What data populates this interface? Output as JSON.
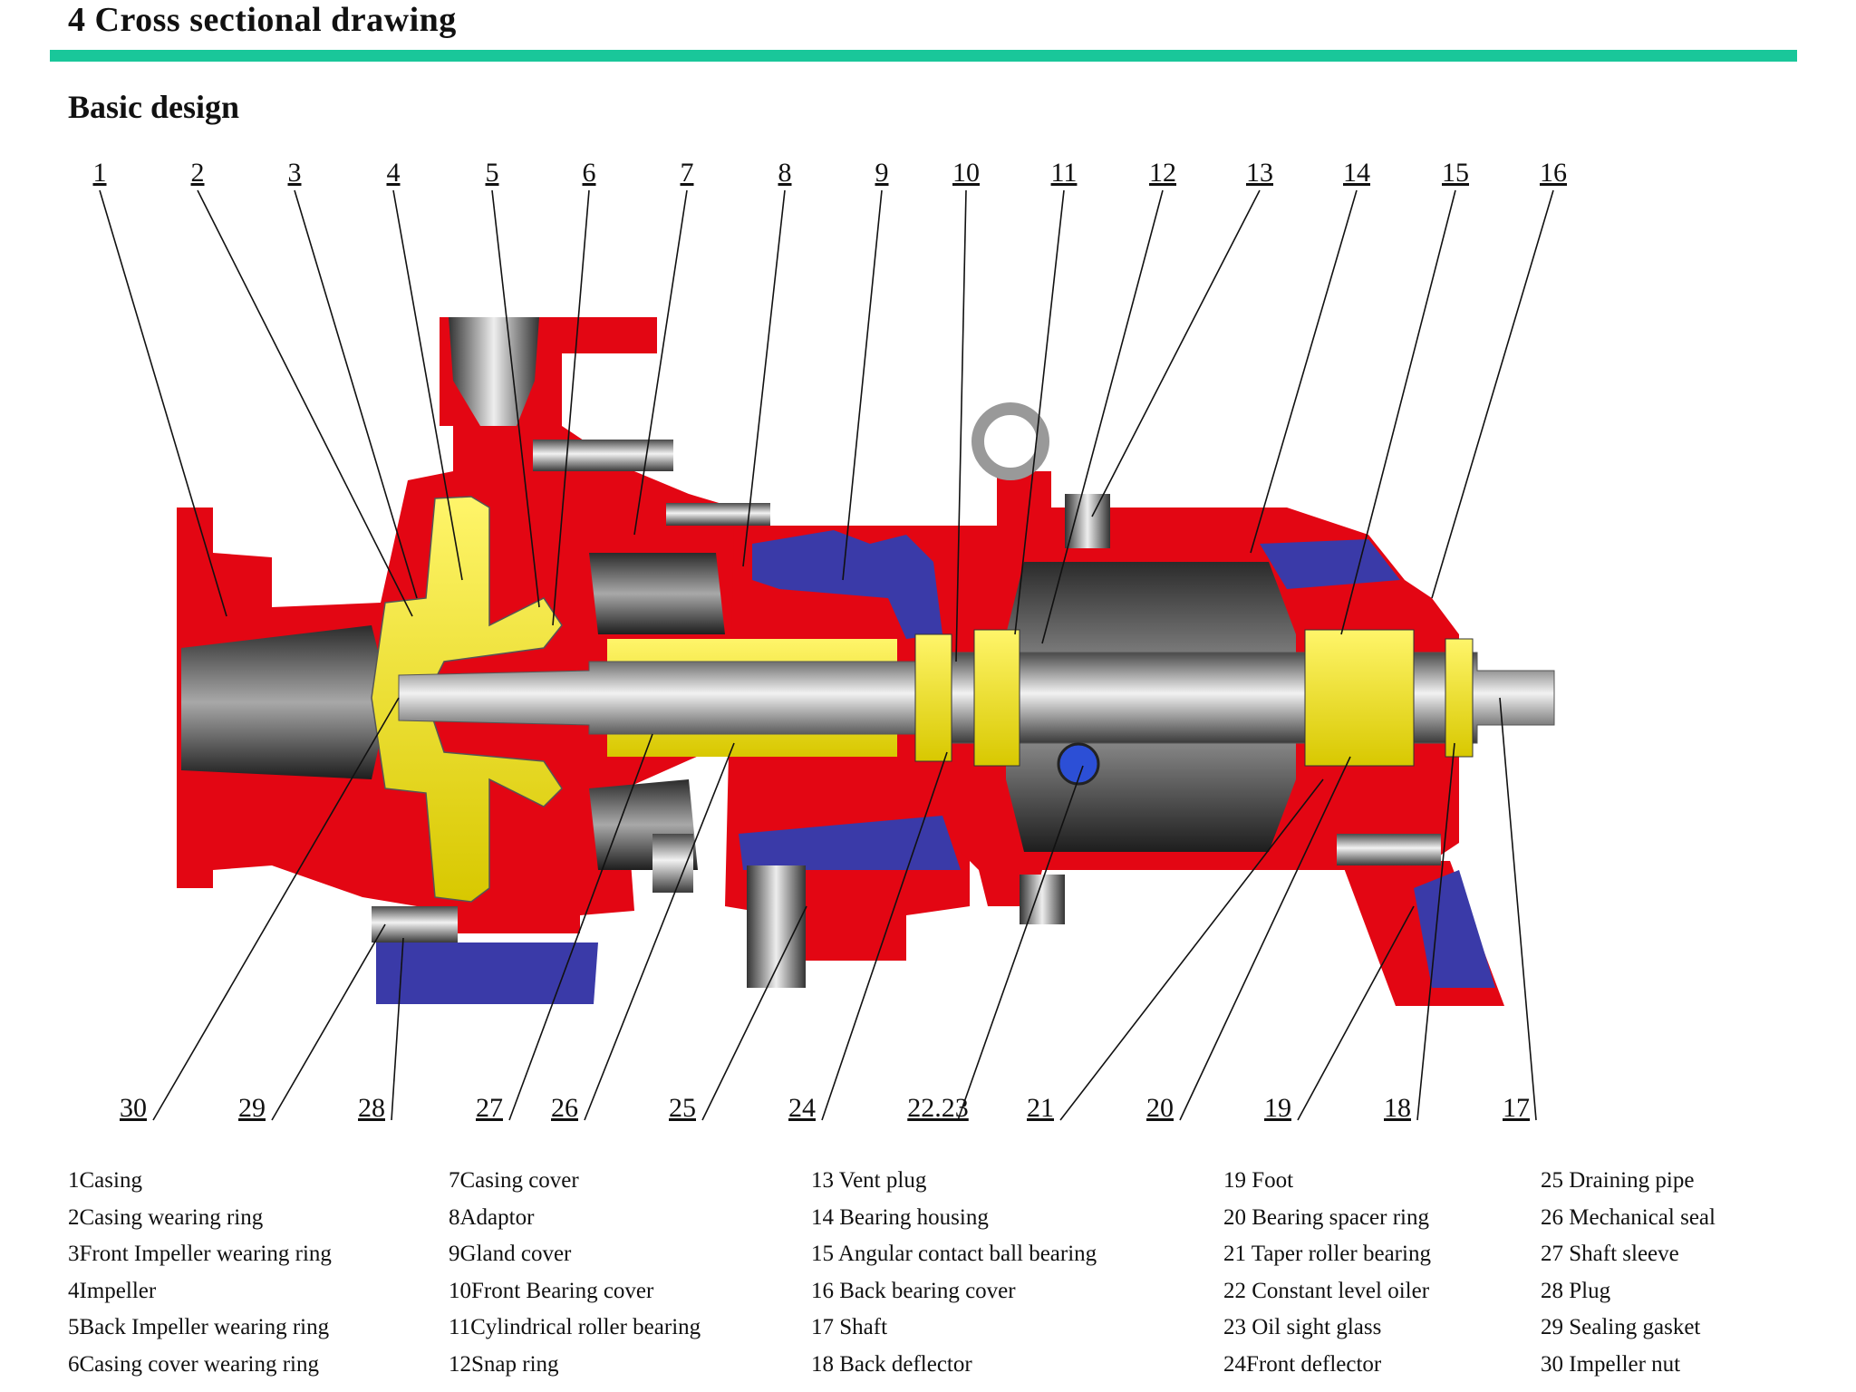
{
  "header": {
    "section_title": "4 Cross sectional drawing",
    "subtitle": "Basic design"
  },
  "colors": {
    "rule": "#19c79a",
    "casing_red": "#e30613",
    "impeller_yellow": "#f2e600",
    "shaft_grey": "#bdbdbd",
    "blue_parts": "#3a3aa8"
  },
  "top_labels": [
    "1",
    "2",
    "3",
    "4",
    "5",
    "6",
    "7",
    "8",
    "9",
    "10",
    "11",
    "12",
    "13",
    "14",
    "15",
    "16"
  ],
  "bottom_labels": [
    "30",
    "29",
    "28",
    "27",
    "26",
    "25",
    "24",
    "22.23",
    "21",
    "20",
    "19",
    "18",
    "17"
  ],
  "legend": [
    [
      "1Casing",
      "2Casing wearing ring",
      "3Front Impeller wearing ring",
      "4Impeller",
      "5Back Impeller wearing ring",
      "6Casing cover wearing ring"
    ],
    [
      "7Casing cover",
      "8Adaptor",
      "9Gland cover",
      "10Front Bearing cover",
      "11Cylindrical roller bearing",
      "12Snap ring"
    ],
    [
      "13 Vent plug",
      "14 Bearing housing",
      "15 Angular contact ball bearing",
      "16 Back bearing cover",
      "17 Shaft",
      "18 Back deflector"
    ],
    [
      "19 Foot",
      "20 Bearing spacer ring",
      "21 Taper roller bearing",
      "22 Constant level oiler",
      "23 Oil sight glass",
      "24Front deflector"
    ],
    [
      "25 Draining pipe",
      "26 Mechanical seal",
      "27 Shaft sleeve",
      "28 Plug",
      "29 Sealing gasket",
      "30 Impeller nut"
    ]
  ]
}
